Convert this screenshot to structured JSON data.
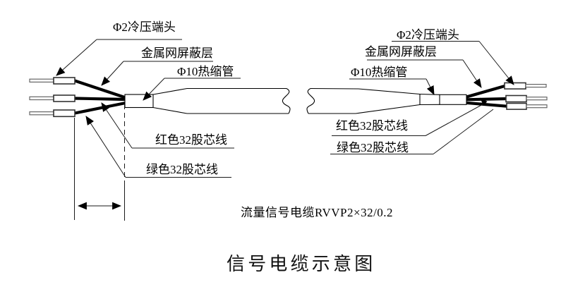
{
  "figure": {
    "title": "信号电缆示意图",
    "cable_spec": "流量信号电缆RVVP2×32/0.2",
    "labels": {
      "cold_pressed_terminal": "Φ2冷压端头",
      "metal_mesh_shield": "金属网屏蔽层",
      "heat_shrink_tube": "Φ10热缩管",
      "red_core_wire": "红色32股芯线",
      "green_core_wire": "绿色32股芯线"
    },
    "colors": {
      "line": "#000000",
      "background": "#ffffff"
    }
  }
}
